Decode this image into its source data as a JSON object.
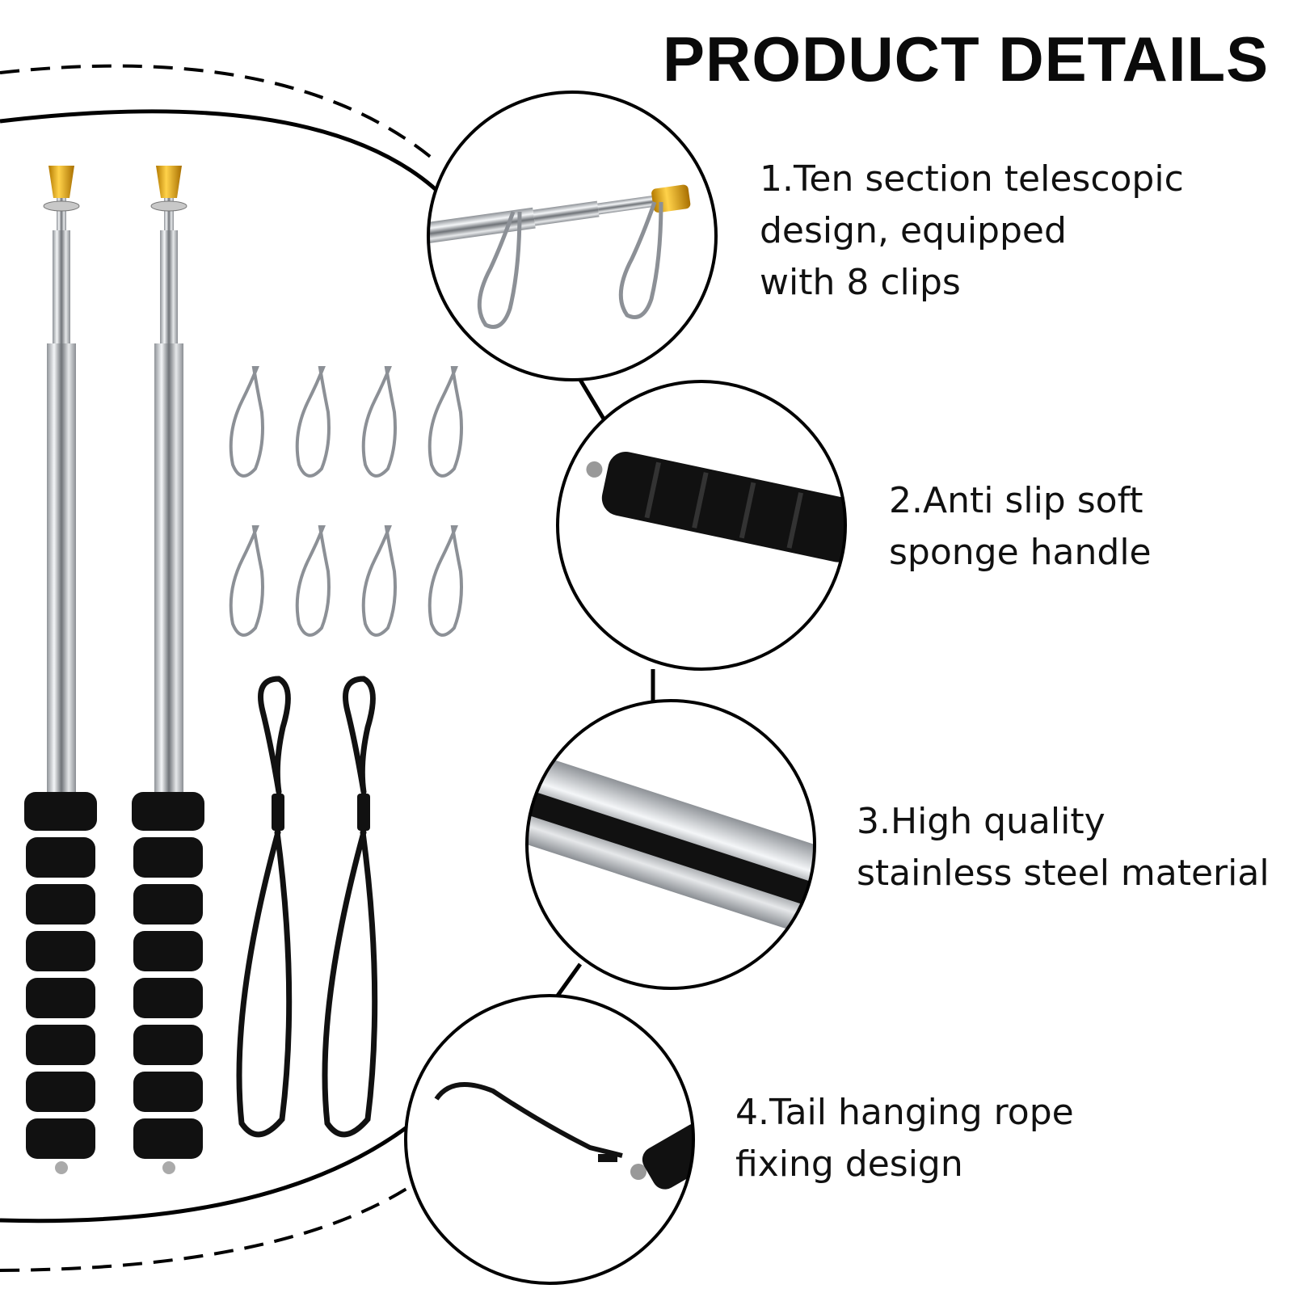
{
  "header": {
    "title": "PRODUCT DETAILS"
  },
  "features": [
    {
      "lines": [
        "1.Ten section telescopic",
        "design, equipped",
        "with 8 clips"
      ],
      "icon": "telescopic-pole-clips-closeup"
    },
    {
      "lines": [
        "2.Anti slip soft",
        "sponge handle"
      ],
      "icon": "sponge-handle-closeup"
    },
    {
      "lines": [
        "3.High quality",
        "stainless steel material"
      ],
      "icon": "stainless-steel-tube-closeup"
    },
    {
      "lines": [
        "4.Tail hanging rope",
        "fixing design"
      ],
      "icon": "lanyard-rope-closeup"
    }
  ],
  "product": {
    "pole_count": 2,
    "clip_count": 8,
    "lanyard_count": 2,
    "colors": {
      "steel": "#c9ccd0",
      "handle": "#111111",
      "tip": "#e0a800",
      "outline": "#000000"
    }
  }
}
